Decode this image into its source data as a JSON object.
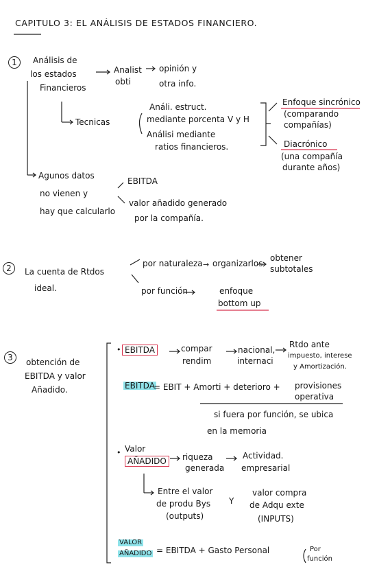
{
  "title": "CAPITULO 3: EL ANÁLISIS DE ESTADOS FINANCIERO.",
  "s1": {
    "num": "1",
    "a1": "Análisis de",
    "a2": "los estados",
    "a3": "Financieros",
    "b1": "Analist",
    "b2": "obti",
    "c1": "opinión y",
    "c2": "otra info.",
    "tec": "Tecnicas",
    "t1": "Análi. estruct.",
    "t2": "mediante porcenta V y H",
    "t3": "Análisi mediante",
    "t4": "ratios financieros.",
    "e1": "Enfoque sincrónico",
    "e2": "(comparando",
    "e3": "compañías)",
    "d1": "Diacrónico",
    "d2": "(una compañía",
    "d3": "durante años)",
    "g1": "Agunos datos",
    "g2": "no vienen y",
    "g3": "hay que calcularlo",
    "ebitda": "EBITDA",
    "v1": "valor añadido generado",
    "v2": "por la compañía."
  },
  "s2": {
    "num": "2",
    "a1": "La cuenta de Rtdos",
    "a2": "ideal.",
    "n1": "por naturaleza",
    "n2": "organizarlos",
    "o1": "obtener",
    "o2": "subtotales",
    "f1": "por función",
    "f2": "enfoque",
    "f3": "bottom up"
  },
  "s3": {
    "num": "3",
    "a1": "obtención de",
    "a2": "EBITDA y valor",
    "a3": "Añadido.",
    "ebitda_box": "EBITDA",
    "comp1": "compar",
    "comp2": "rendim",
    "nac1": "nacional,",
    "nac2": "internaci",
    "r1": "Rtdo ante",
    "r2": "impuesto, interese",
    "r3": "y Amortización.",
    "ebitda_hl": "EBITDA",
    "formula": "= EBIT + Amorti + deterioro +",
    "p1": "provisiones",
    "p2": "operativa",
    "s1": "si fuera por función, se ubica",
    "s2": "en la memoria",
    "va1": "Valor",
    "va2": "AÑADIDO",
    "riq1": "riqueza",
    "riq2": "generada",
    "act1": "Actividad.",
    "act2": "empresarial",
    "en1": "Entre el valor",
    "en2": "de produ Bys",
    "en3": "(outputs)",
    "y": "Y",
    "vc1": "valor compra",
    "vc2": "de Adqu exte",
    "vc3": "(INPUTS)",
    "vhl1": "VALOR",
    "vhl2": "AÑADIDO",
    "f_formula": "= EBITDA + Gasto Personal",
    "pf1": "Por",
    "pf2": "función"
  },
  "colors": {
    "accent_red": "#d8334d",
    "highlight": "#8fe3ea",
    "ink": "#161616"
  }
}
